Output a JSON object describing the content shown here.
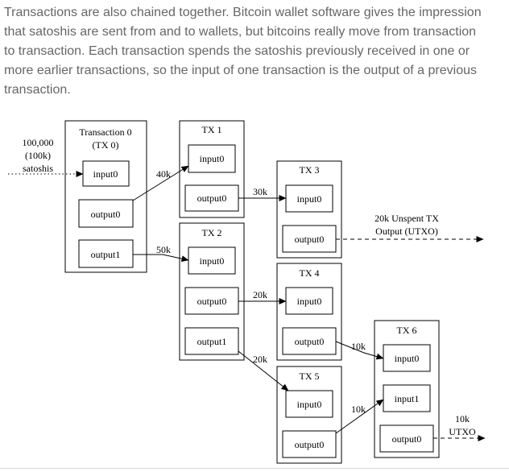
{
  "paragraph": {
    "lines": [
      "Transactions are also chained together. Bitcoin wallet software gives the impression",
      "that satoshis are sent from and to wallets, but bitcoins really move from transaction",
      "to transaction. Each transaction spends the satoshis previously received in one or",
      "more earlier transactions, so the input of one transaction is the output of a previous",
      "transaction."
    ]
  },
  "diagram": {
    "source": {
      "line1": "100,000",
      "line2": "(100k)",
      "line3": "satoshis"
    },
    "tx0": {
      "title1": "Transaction 0",
      "title2": "(TX 0)",
      "input0": "input0",
      "output0": "output0",
      "output1": "output1"
    },
    "tx1": {
      "title": "TX 1",
      "input0": "input0",
      "output0": "output0"
    },
    "tx2": {
      "title": "TX 2",
      "input0": "input0",
      "output0": "output0",
      "output1": "output1"
    },
    "tx3": {
      "title": "TX 3",
      "input0": "input0",
      "output0": "output0"
    },
    "tx4": {
      "title": "TX 4",
      "input0": "input0",
      "output0": "output0"
    },
    "tx5": {
      "title": "TX 5",
      "input0": "input0",
      "output0": "output0"
    },
    "tx6": {
      "title": "TX 6",
      "input0": "input0",
      "input1": "input1",
      "output0": "output0"
    },
    "edges": {
      "tx0_out0_to_tx1": "40k",
      "tx0_out1_to_tx2": "50k",
      "tx1_out0_to_tx3": "30k",
      "tx2_out0_to_tx4": "20k",
      "tx2_out1_to_tx5": "20k",
      "tx4_out0_to_tx6": "10k",
      "tx5_out0_to_tx6": "10k"
    },
    "utxo1": {
      "line1": "20k Unspent TX",
      "line2": "Output (UTXO)"
    },
    "utxo2": {
      "line1": "10k",
      "line2": "UTXO"
    }
  }
}
